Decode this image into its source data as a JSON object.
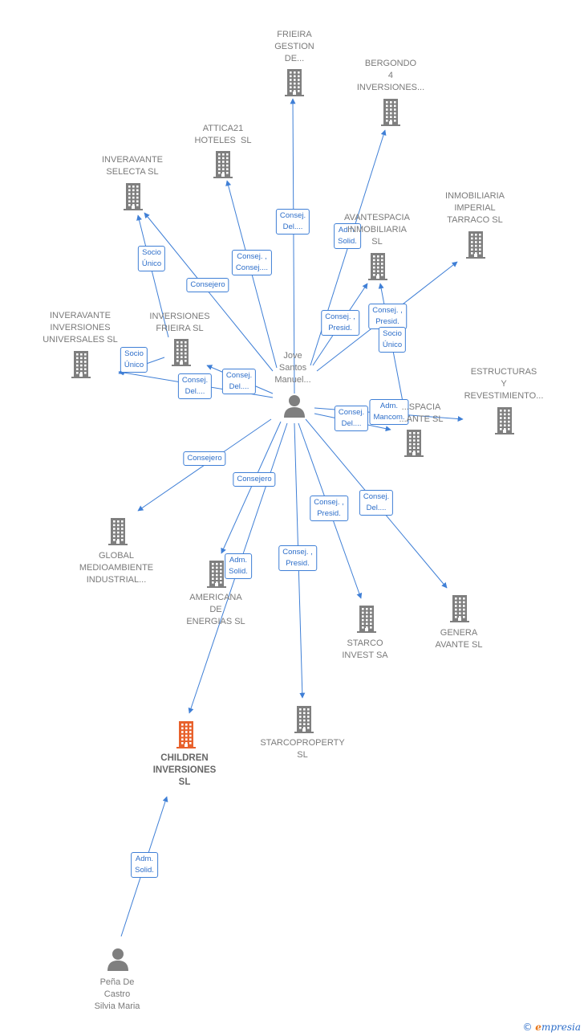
{
  "colors": {
    "edge": "#3f7fd6",
    "building": "#7f7f7f",
    "focus_building": "#e8612c",
    "person": "#7f7f7f"
  },
  "nodes": [
    {
      "id": "frieira",
      "kind": "company",
      "label": "FRIEIRA\nGESTION\nDE..."
    },
    {
      "id": "bergondo",
      "kind": "company",
      "label": "BERGONDO\n4\nINVERSIONES..."
    },
    {
      "id": "attica",
      "kind": "company",
      "label": "ATTICA21\nHOTELES  SL"
    },
    {
      "id": "inveravante_selecta",
      "kind": "company",
      "label": "INVERAVANTE\nSELECTA SL"
    },
    {
      "id": "inmobiliaria_imperial",
      "kind": "company",
      "label": "INMOBILIARIA\nIMPERIAL\nTARRACO SL"
    },
    {
      "id": "avantespacia",
      "kind": "company",
      "label": "AVANTESPACIA\nINMOBILIARIA\nSL"
    },
    {
      "id": "inveravante_universales",
      "kind": "company",
      "label": "INVERAVANTE\nINVERSIONES\nUNIVERSALES SL"
    },
    {
      "id": "inversiones_frieira",
      "kind": "company",
      "label": "INVERSIONES\nFRIEIRA SL"
    },
    {
      "id": "estructuras",
      "kind": "company",
      "label": "ESTRUCTURAS\nY\nREVESTIMIENTO..."
    },
    {
      "id": "spacia",
      "kind": "company",
      "label": "...SPACIA\n...ANTE SL"
    },
    {
      "id": "global",
      "kind": "company",
      "label": "GLOBAL\nMEDIOAMBIENTE\nINDUSTRIAL..."
    },
    {
      "id": "americana",
      "kind": "company",
      "label": "AMERICANA\nDE\nENERGIAS SL"
    },
    {
      "id": "starco",
      "kind": "company",
      "label": "STARCO\nINVEST SA"
    },
    {
      "id": "genera",
      "kind": "company",
      "label": "GENERA\nAVANTE SL"
    },
    {
      "id": "children",
      "kind": "company",
      "focus": true,
      "label": "CHILDREN\nINVERSIONES\nSL"
    },
    {
      "id": "starcoproperty",
      "kind": "company",
      "label": "STARCOPROPERTY\nSL"
    },
    {
      "id": "jove",
      "kind": "person",
      "label": "Jove\nSantos\nManuel..."
    },
    {
      "id": "pena",
      "kind": "person",
      "label": "Peña De\nCastro\nSilvia Maria"
    }
  ],
  "edges": [
    {
      "from": "jove",
      "to": "frieira",
      "labels": [
        "Consej.\nDel...."
      ]
    },
    {
      "from": "jove",
      "to": "bergondo",
      "labels": [
        "Adm.\nSolid."
      ]
    },
    {
      "from": "jove",
      "to": "attica",
      "labels": [
        "Consej. ,\nConsej...."
      ]
    },
    {
      "from": "jove",
      "to": "inveravante_selecta",
      "labels": [
        "Consejero"
      ]
    },
    {
      "from": "inversiones_frieira",
      "to": "inveravante_selecta",
      "labels": [
        "Socio\nÚnico"
      ]
    },
    {
      "from": "jove",
      "to": "avantespacia",
      "labels": [
        "Consej. ,\nPresid."
      ]
    },
    {
      "from": "jove",
      "to": "inmobiliaria_imperial",
      "labels": [
        "Consej. ,\nPresid."
      ]
    },
    {
      "from": "spacia",
      "to": "avantespacia",
      "labels": [
        "Socio\nÚnico"
      ]
    },
    {
      "from": "jove",
      "to": "inveravante_universales",
      "labels": [
        "Consej.\nDel...."
      ]
    },
    {
      "from": "inversiones_frieira",
      "to": "inveravante_universales",
      "labels": [
        "Socio\nÚnico"
      ]
    },
    {
      "from": "jove",
      "to": "inversiones_frieira",
      "labels": [
        "Consej.\nDel...."
      ]
    },
    {
      "from": "jove",
      "to": "estructuras",
      "labels": [
        "Adm.\nMancom."
      ]
    },
    {
      "from": "jove",
      "to": "spacia",
      "labels": [
        "Consej.\nDel...."
      ]
    },
    {
      "from": "jove",
      "to": "global",
      "labels": [
        "Consejero"
      ]
    },
    {
      "from": "jove",
      "to": "americana",
      "labels": [
        "Consejero"
      ]
    },
    {
      "from": "jove",
      "to": "children",
      "labels": [
        "Adm.\nSolid."
      ]
    },
    {
      "from": "jove",
      "to": "starcoproperty",
      "labels": [
        "Consej. ,\nPresid."
      ]
    },
    {
      "from": "jove",
      "to": "starco",
      "labels": [
        "Consej. ,\nPresid."
      ]
    },
    {
      "from": "jove",
      "to": "genera",
      "labels": [
        "Consej.\nDel...."
      ]
    },
    {
      "from": "pena",
      "to": "children",
      "labels": [
        "Adm.\nSolid."
      ]
    }
  ],
  "brand": {
    "copyright": "©",
    "initial": "e",
    "name": "mpresia"
  }
}
